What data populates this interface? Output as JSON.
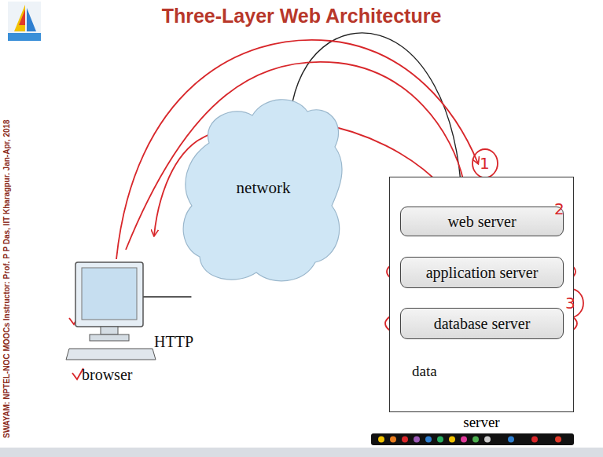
{
  "diagram": {
    "title": "Three-Layer Web Architecture",
    "nodes": [
      {
        "text": [
          "server"
        ]
      },
      {
        "text": [
          "web server"
        ],
        "in": 0
      },
      {
        "text": [
          "application server"
        ],
        "in": 0
      },
      {
        "text": [
          "database server"
        ],
        "in": 0
      },
      {
        "text": [
          "network"
        ]
      },
      {
        "text": [
          "browser"
        ]
      }
    ],
    "edges": [
      {
        "from": 5,
        "to": 4,
        "arrow": "none"
      },
      {
        "from": 4,
        "to": 1,
        "arrow": "none"
      },
      {
        "from": 1,
        "to": 2,
        "arrow": "none"
      },
      {
        "from": 2,
        "to": 3,
        "arrow": "none"
      }
    ],
    "labels": [
      "SWAYAM: NPTEL-NOC MOOCs Instructor: Prof. P P Das, IIT Kharagpur. Jan-Apr, 2018",
      "HTTP",
      "data",
      "1",
      "2",
      "3"
    ]
  }
}
